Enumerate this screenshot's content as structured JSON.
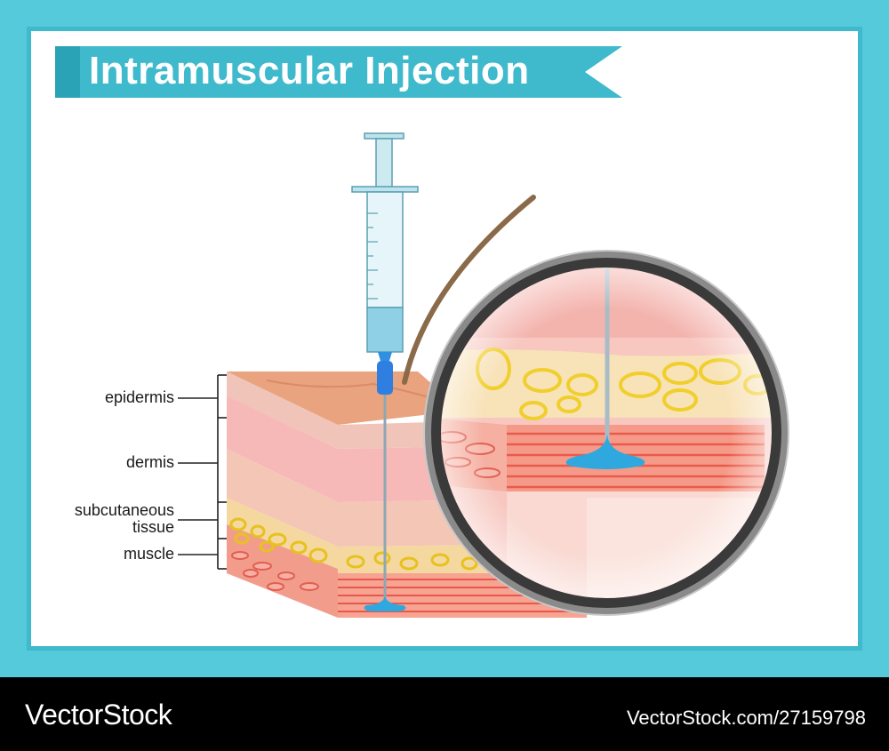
{
  "title": "Intramuscular Injection",
  "labels": {
    "epidermis": "epidermis",
    "dermis": "dermis",
    "subcutaneous_line1": "subcutaneous",
    "subcutaneous_line2": "tissue",
    "muscle": "muscle"
  },
  "footer": {
    "brand": "VectorStock",
    "url": "VectorStock.com/27159798"
  },
  "colors": {
    "frame": "#55cadb",
    "banner": "#3fb9cc",
    "epidermis": "#e9a37e",
    "dermis": "#f4b7b3",
    "fat": "#f5d79a",
    "fat_cells": "#e6c21f",
    "muscle": "#f08a7e",
    "medication": "#2fa8e0",
    "magnifier_rim": "#6b6b6b"
  },
  "icons": {
    "syringe": "syringe-icon",
    "hair": "hair-strand",
    "magnifier": "magnifying-glass-icon"
  }
}
